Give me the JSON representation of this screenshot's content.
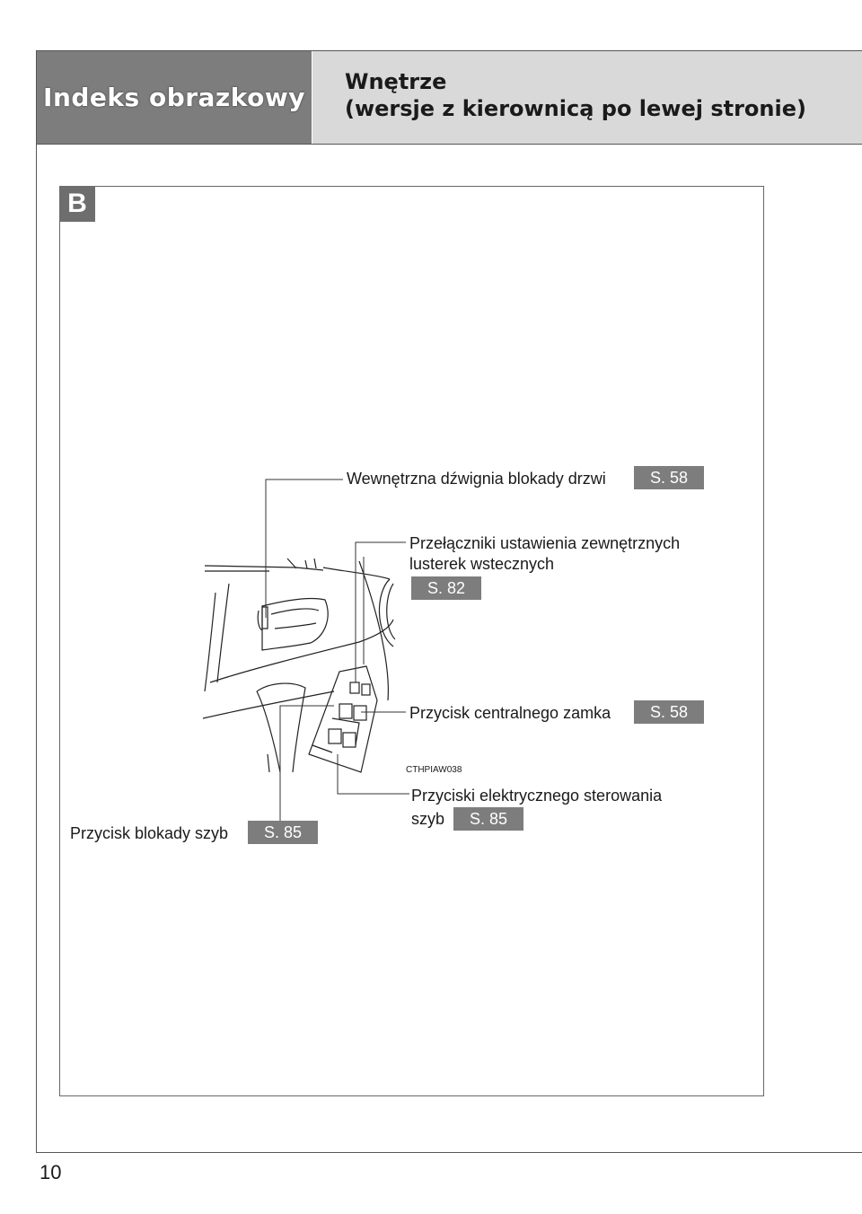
{
  "header": {
    "section_title": "Indeks obrazkowy",
    "subtitle_line1": "Wnętrze",
    "subtitle_line2": "(wersje z kierownicą po lewej stronie)"
  },
  "panel": {
    "badge": "B",
    "image_code": "CTHPIAW038"
  },
  "callouts": [
    {
      "label": "Wewnętrzna dźwignia blokady drzwi",
      "page": "S. 58"
    },
    {
      "label_line1": "Przełączniki ustawienia zewnętrznych",
      "label_line2": "lusterek wstecznych",
      "page": "S. 82"
    },
    {
      "label": "Przycisk centralnego zamka",
      "page": "S. 58"
    },
    {
      "label_line1": "Przyciski elektrycznego sterowania",
      "label_line2": "szyb",
      "page": "S. 85"
    },
    {
      "label": "Przycisk blokady szyb",
      "page": "S. 85"
    }
  ],
  "footer": {
    "page_number": "10"
  }
}
